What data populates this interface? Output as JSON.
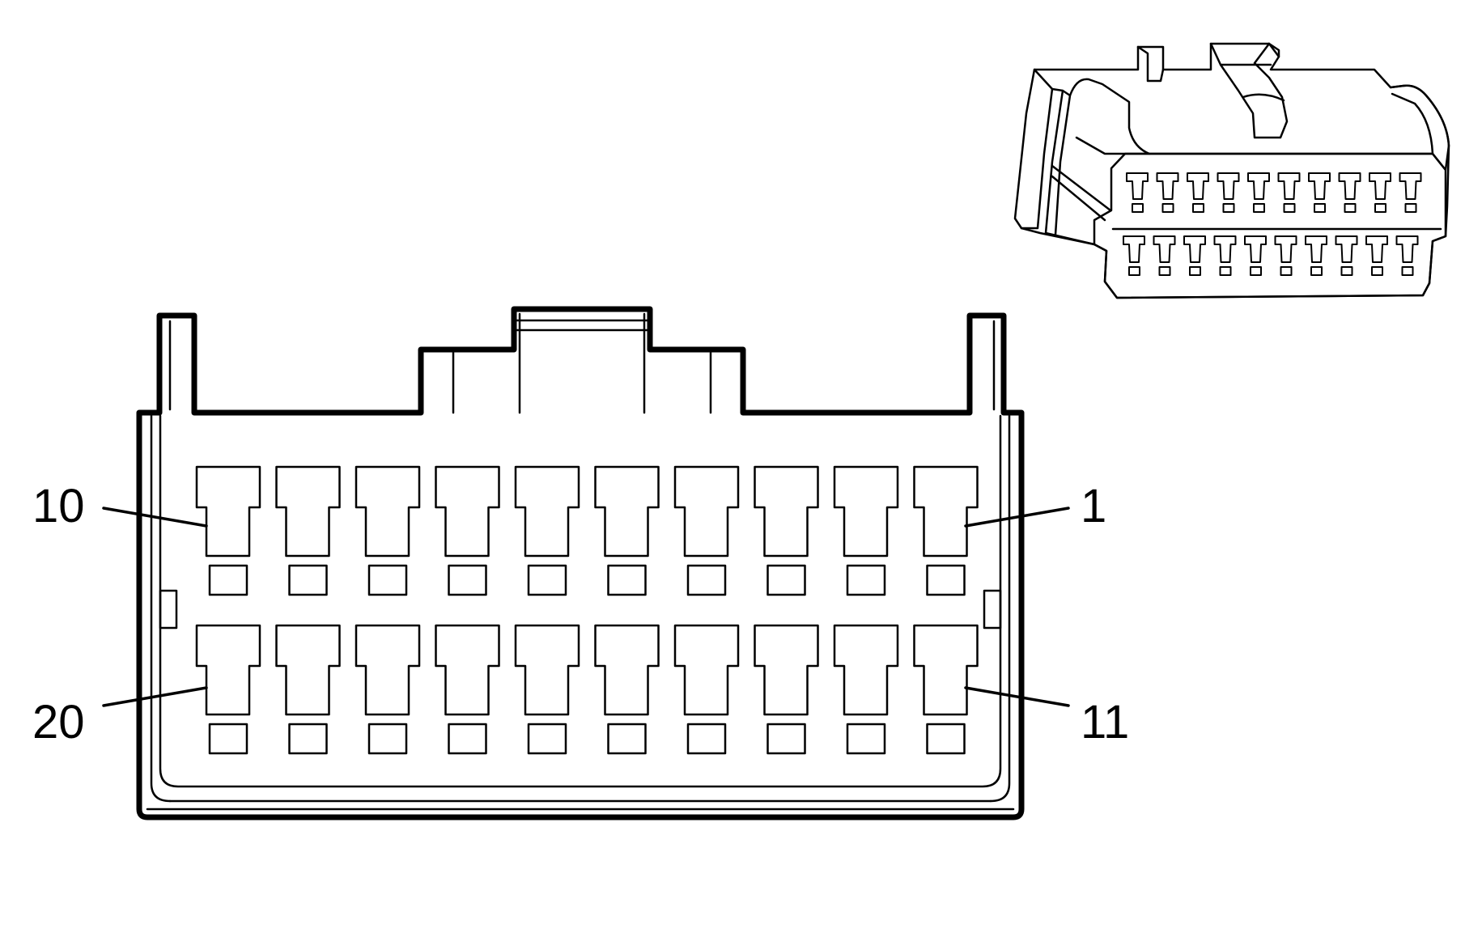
{
  "pin_labels": {
    "top_left": "10",
    "top_right": "1",
    "bottom_left": "20",
    "bottom_right": "11"
  },
  "connector": {
    "rows": 2,
    "pins_per_row": 10,
    "total_pins": 20
  },
  "colors": {
    "line": "#000000",
    "background": "#ffffff"
  }
}
